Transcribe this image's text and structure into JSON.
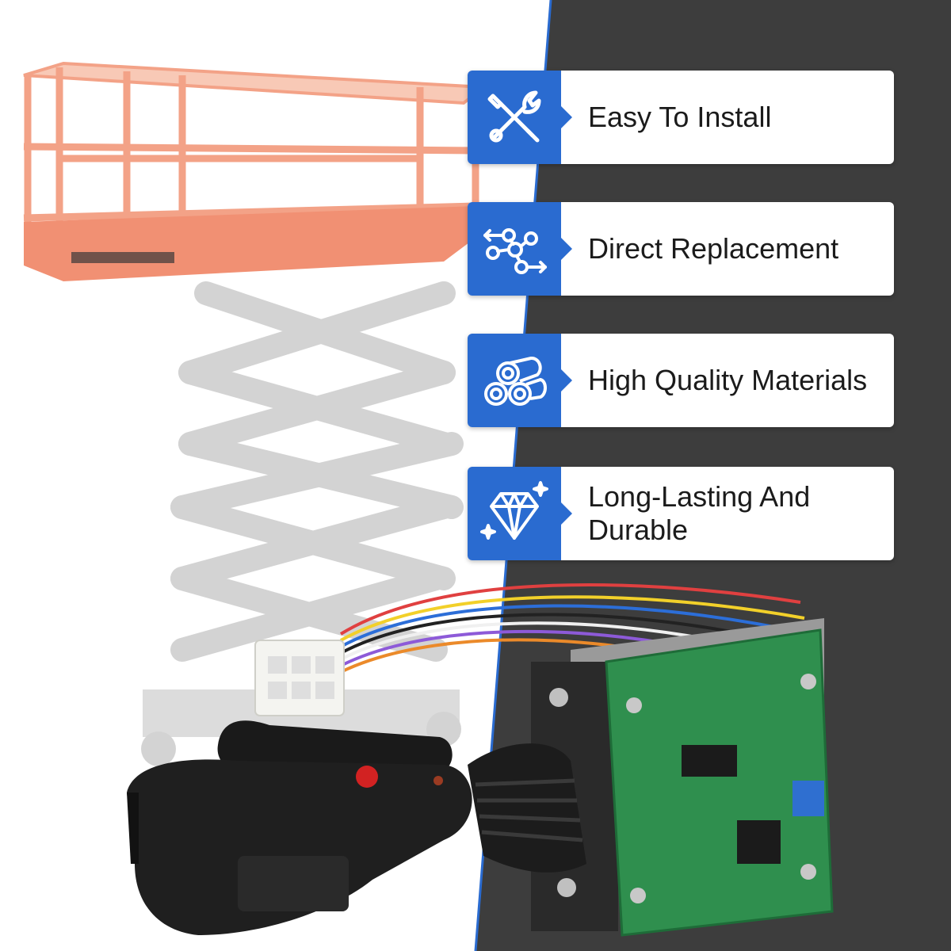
{
  "features": [
    {
      "label": "Easy To Install",
      "icon": "wrench-screwdriver-icon"
    },
    {
      "label": "Direct Replacement",
      "icon": "network-arrows-icon"
    },
    {
      "label": "High Quality Materials",
      "icon": "pipes-icon"
    },
    {
      "label": "Long-Lasting And\nDurable",
      "icon": "diamond-icon"
    }
  ],
  "colors": {
    "accent_blue": "#2a6bd0",
    "dark_panel": "#3d3d3d",
    "lift_orange": "#f2987a",
    "lift_gray": "#d4d4d4",
    "board_green": "#2f8f4e"
  }
}
